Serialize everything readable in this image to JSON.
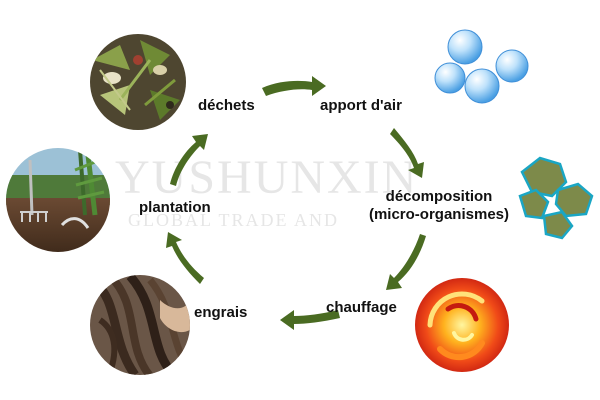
{
  "diagram": {
    "steps": [
      {
        "id": "waste",
        "label": "déchets",
        "icon": "compost-waste-icon"
      },
      {
        "id": "air",
        "label": "apport d'air",
        "icon": "air-bubbles-icon"
      },
      {
        "id": "decomp",
        "label": "décomposition",
        "label2": "(micro-organismes)",
        "icon": "microorganisms-icon"
      },
      {
        "id": "heat",
        "label": "chauffage",
        "icon": "heat-swirl-icon"
      },
      {
        "id": "fertilizer",
        "label": "engrais",
        "icon": "fertilizer-hair-icon"
      },
      {
        "id": "planting",
        "label": "plantation",
        "icon": "garden-planting-icon"
      }
    ],
    "watermark": {
      "line1": "YUSHUNXIN",
      "line2": "GLOBAL TRADE AND"
    },
    "colors": {
      "arrow": "#4a6b22",
      "text": "#111111"
    }
  }
}
